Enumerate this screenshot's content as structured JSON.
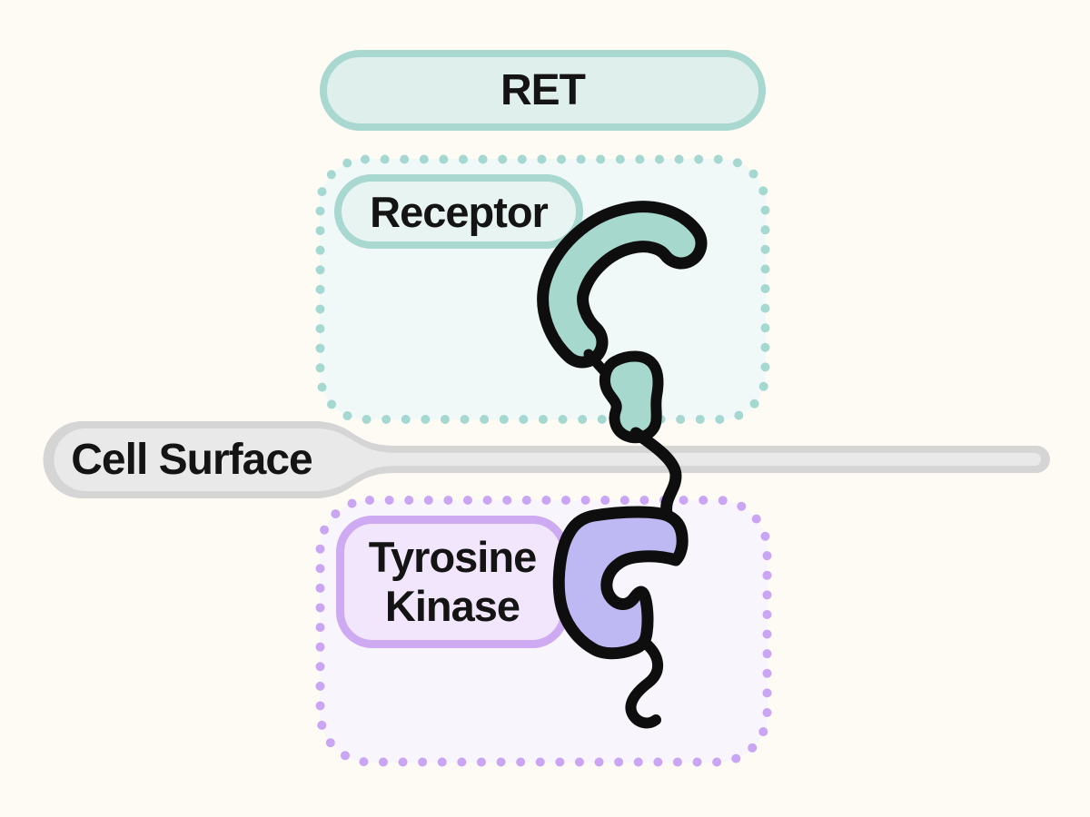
{
  "diagram": {
    "title": "RET",
    "receptor_region": {
      "label": "Receptor"
    },
    "membrane": {
      "label": "Cell Surface"
    },
    "kinase_region": {
      "label_line1": "Tyrosine",
      "label_line2": "Kinase"
    }
  },
  "colors": {
    "background": "#FDFBF4",
    "teal_border": "#A8D8D0",
    "teal_protein_fill": "#A7D8CE",
    "teal_box_fill": "#F1F8F8",
    "teal_dots": "#A5D8D1",
    "ret_pill_fill": "#DFF0EC",
    "receptor_pill_fill": "#E8F4F1",
    "purple_border": "#CDAAF2",
    "purple_dots": "#C9A5F3",
    "purple_protein_fill": "#BEB9F3",
    "purple_box_fill": "#F8F5FC",
    "tk_pill_fill": "#F1E6FB",
    "membrane_outer": "#D5D5D5",
    "membrane_inner": "#E9E9E9",
    "protein_outline": "#0E0E0E",
    "text": "#141414"
  }
}
